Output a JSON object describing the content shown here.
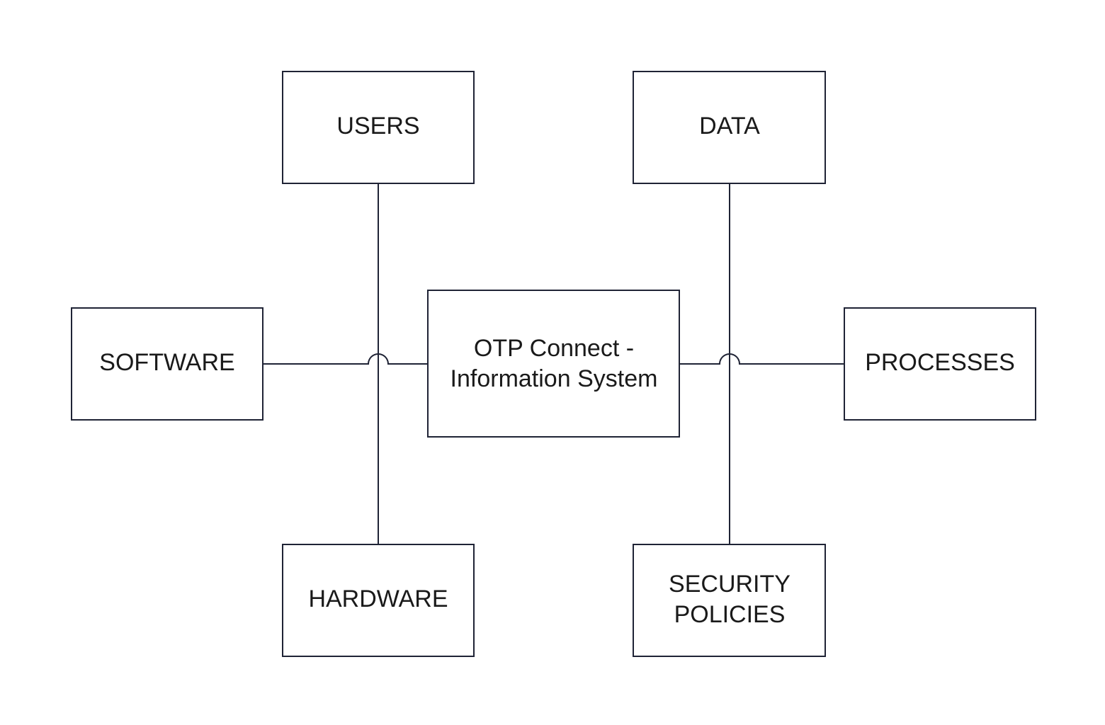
{
  "diagram": {
    "colors": {
      "stroke": "#1f2335",
      "text": "#1a1a1a",
      "background": "#ffffff"
    },
    "center": {
      "line1": "OTP Connect -",
      "line2": "Information System"
    },
    "nodes": {
      "users": "USERS",
      "data": "DATA",
      "software": "SOFTWARE",
      "processes": "PROCESSES",
      "hardware": "HARDWARE",
      "security_line1": "SECURITY",
      "security_line2": "POLICIES"
    }
  }
}
